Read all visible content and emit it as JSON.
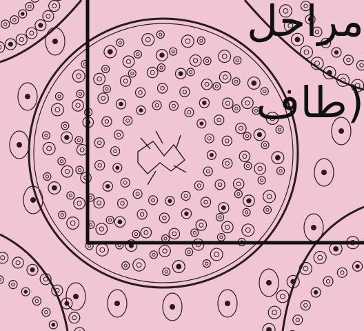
{
  "illustration": {
    "subject": "seminiferous-tubule-cross-section",
    "background_color": "#f0c6d4",
    "ink_color": "#2a1a22",
    "frame_color": "#111111"
  },
  "title": {
    "line1": "مراحل",
    "line2": "(طاف"
  }
}
